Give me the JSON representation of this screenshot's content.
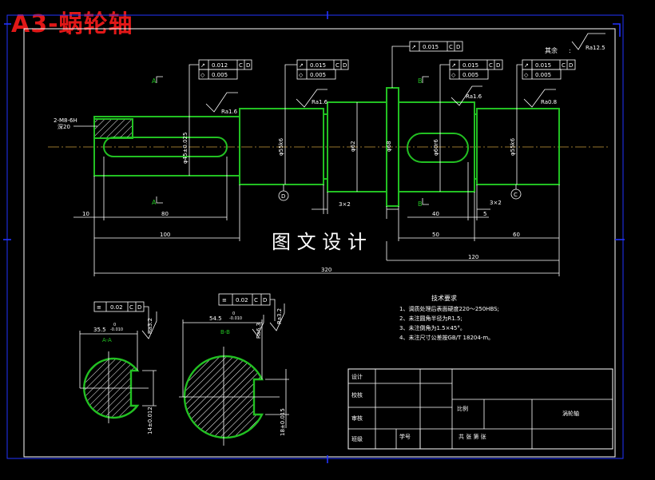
{
  "title": "A3-蜗轮轴",
  "watermark": "图 文 设 计",
  "remainder_label": "其余",
  "roughness": {
    "rest": "Ra12.5",
    "r1": "Ra1.6",
    "r2": "Ra1.6",
    "r3": "Ra1.6",
    "r4": "Ra0.8",
    "sa": "Ra3.2",
    "sb": "Ra3.2",
    "sb2": "Ra6.3"
  },
  "tolerance_frames": {
    "f1": {
      "sym": "↗",
      "val": "0.012",
      "d1": "C",
      "d2": "D"
    },
    "f1b": {
      "sym": "◇",
      "val": "0.005"
    },
    "f2": {
      "sym": "↗",
      "val": "0.015",
      "d1": "C",
      "d2": "D"
    },
    "f2b": {
      "sym": "◇",
      "val": "0.005"
    },
    "f3": {
      "sym": "↗",
      "val": "0.015",
      "d1": "C",
      "d2": "D"
    },
    "f4": {
      "sym": "↗",
      "val": "0.015",
      "d1": "C",
      "d2": "D"
    },
    "f4b": {
      "sym": "◇",
      "val": "0.005"
    },
    "f5": {
      "sym": "↗",
      "val": "0.015",
      "d1": "C",
      "d2": "D"
    },
    "f5b": {
      "sym": "◇",
      "val": "0.005"
    },
    "fa": {
      "sym": "≡",
      "val": "0.02",
      "d1": "C",
      "d2": "D"
    },
    "fb": {
      "sym": "≡",
      "val": "0.02",
      "d1": "C",
      "d2": "D"
    }
  },
  "section_marks": {
    "a_top": "A",
    "a_bot": "A",
    "b_top": "B",
    "b_bot": "B",
    "d_circle": "D",
    "c_circle": "C",
    "aa": "A-A",
    "bb": "B-B"
  },
  "thread_note": {
    "line1": "2-M8-6H",
    "line2": "深20"
  },
  "diameters": {
    "d1": "φ45±0.025",
    "d2": "φ55k6",
    "d3": "φ62",
    "d4": "φ68",
    "d5": "φ60r6",
    "d6": "φ55k6"
  },
  "dimensions": {
    "l10": "10",
    "l80": "80",
    "l100": "100",
    "l320": "320",
    "c1": "3×2",
    "c2": "3×2",
    "l40": "40",
    "l5": "5",
    "l50": "50",
    "l60": "60",
    "l120": "120"
  },
  "section_dims": {
    "a_width": "35.5",
    "a_tol_top": "0",
    "a_tol_bot": "-0.010",
    "a_vert": "14±0.012",
    "b_width": "54.5",
    "b_tol_top": "0",
    "b_tol_bot": "-0.010",
    "b_vert": "18±0.015"
  },
  "tech_req": {
    "heading": "技术要求",
    "items": [
      "1、调质处理后表面硬度220～250HBS;",
      "2、未注圆角半径为R1.5;",
      "3、未注倒角为1.5×45°。",
      "4、未注尺寸公差按GB/T 18204-m。"
    ]
  },
  "title_block": {
    "design": "设计",
    "check": "校核",
    "review": "审核",
    "class": "班级",
    "student_no": "学号",
    "scale": "比例",
    "part_name": "涡轮轴",
    "sheets": "共  张  第  张"
  },
  "colors": {
    "background": "#000000",
    "frame": "#2233ff",
    "outline": "#22c022",
    "annotation": "#ffffff",
    "title": "#e01818",
    "centerline": "#c89a3c"
  }
}
